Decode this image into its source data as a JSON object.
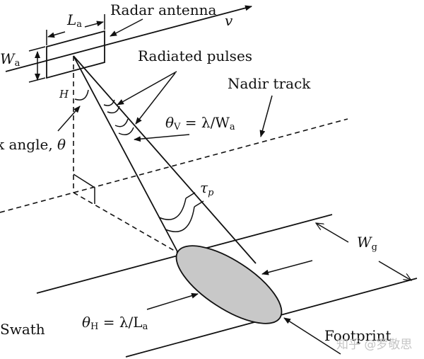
{
  "diagram": {
    "title": "SAR imaging geometry",
    "colors": {
      "line": "#111111",
      "footprint_fill": "#c8c8c8",
      "background": "#ffffff",
      "watermark": "#bbbbbb"
    },
    "labels": {
      "radar_antenna": "Radar antenna",
      "antenna_length_sym": "L",
      "antenna_length_sub": "a",
      "antenna_width_sym": "W",
      "antenna_width_sub": "a",
      "velocity": "v",
      "radiated_pulses": "Radiated pulses",
      "nadir_track": "Nadir track",
      "height": "H",
      "look_angle": "k angle, ",
      "look_angle_sym": "θ",
      "vertical_beamwidth_lhs": "θ",
      "vertical_beamwidth_sub": "V",
      "vertical_beamwidth_rhs": " = λ/W",
      "vertical_beamwidth_rhs_sub": "a",
      "pulse_length_sym": "τ",
      "pulse_length_sub": "p",
      "ground_swath_width_sym": "W",
      "ground_swath_width_sub": "g",
      "horizontal_beamwidth_lhs": "θ",
      "horizontal_beamwidth_sub": "H",
      "horizontal_beamwidth_rhs": " = λ/L",
      "horizontal_beamwidth_rhs_sub": "a",
      "swath": "Swath",
      "footprint": "Footprint"
    },
    "watermark": "知乎 @罗敬思"
  }
}
